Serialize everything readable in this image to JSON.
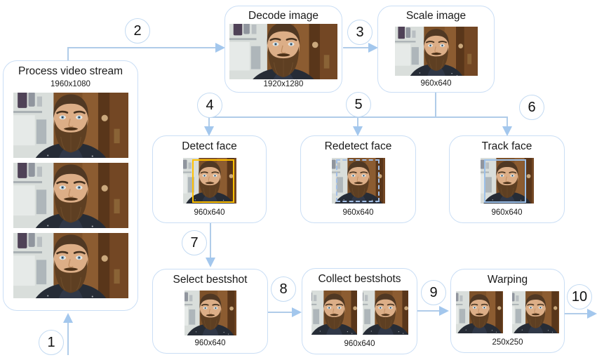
{
  "diagram": {
    "description": "Face recognition video processing pipeline flowchart",
    "nodes": {
      "process": {
        "title": "Process video stream",
        "dims": "1960x1080"
      },
      "decode": {
        "title": "Decode image",
        "dims": "1920x1280"
      },
      "scale": {
        "title": "Scale image",
        "dims": "960x640"
      },
      "detect": {
        "title": "Detect face",
        "dims": "960x640"
      },
      "redetect": {
        "title": "Redetect face",
        "dims": "960x640"
      },
      "track": {
        "title": "Track face",
        "dims": "960x640"
      },
      "select": {
        "title": "Select bestshot",
        "dims": "960x640"
      },
      "collect": {
        "title": "Collect bestshots",
        "dims": "960x640"
      },
      "warping": {
        "title": "Warping",
        "dims": "250x250"
      }
    },
    "steps": {
      "1": "1",
      "2": "2",
      "3": "3",
      "4": "4",
      "5": "5",
      "6": "6",
      "7": "7",
      "8": "8",
      "9": "9",
      "10": "10"
    },
    "icons": {
      "face_image": "face-photo-of-bearded-man",
      "bbox_detect": "yellow-solid-bounding-box",
      "bbox_redetect": "blue-dashed-bounding-box",
      "bbox_track": "blue-solid-bounding-box"
    },
    "colors": {
      "box_border": "#cadef5",
      "connector_line": "#b0cce9",
      "arrow_fill": "#a3c7ed",
      "bbox_yellow": "#ffc000",
      "bbox_blue": "#9cc0e8",
      "text": "#1a1a1a",
      "background": "#ffffff"
    }
  }
}
